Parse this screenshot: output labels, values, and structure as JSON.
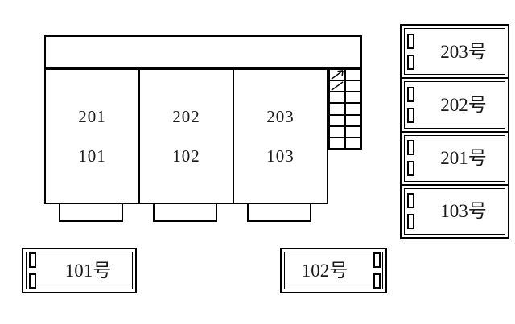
{
  "diagram": {
    "type": "apartment-floor-plan",
    "title": "",
    "colors": {
      "line": "#000000",
      "background": "#ffffff",
      "text": "#1a1a1a"
    }
  },
  "building": {
    "corridor_label": "",
    "units": [
      {
        "upper": "201",
        "lower": "101"
      },
      {
        "upper": "202",
        "lower": "102"
      },
      {
        "upper": "203",
        "lower": "103"
      }
    ],
    "balcony_count": 3,
    "stairs": {
      "name": "staircase",
      "steps": 7,
      "columns": 2,
      "direction_arrow": "up-right"
    }
  },
  "legend_column": {
    "position": "right",
    "plates": [
      {
        "label": "203号",
        "bars": 2,
        "bars_side": "left"
      },
      {
        "label": "202号",
        "bars": 2,
        "bars_side": "left"
      },
      {
        "label": "201号",
        "bars": 2,
        "bars_side": "left"
      },
      {
        "label": "103号",
        "bars": 2,
        "bars_side": "left"
      }
    ]
  },
  "bottom_plates": [
    {
      "label": "101号",
      "bars": 2,
      "bars_side": "left"
    },
    {
      "label": "102号",
      "bars": 2,
      "bars_side": "right"
    }
  ]
}
